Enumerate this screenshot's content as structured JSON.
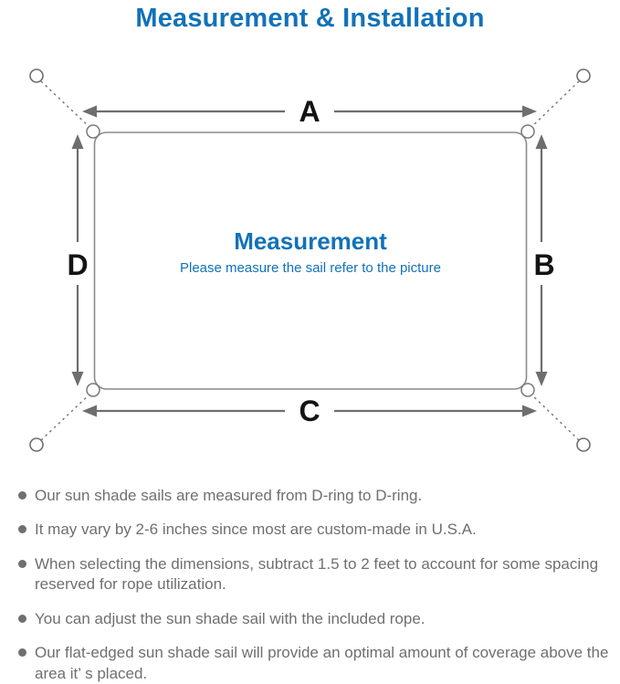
{
  "title": "Measurement & Installation",
  "diagram": {
    "labels": {
      "top": "A",
      "right": "B",
      "bottom": "C",
      "left": "D"
    },
    "center_title": "Measurement",
    "center_subtitle": "Please measure the sail refer to the picture"
  },
  "colors": {
    "accent_blue": "#1272b8",
    "line_gray": "#8a8a8a",
    "arrow_gray": "#6e6e6e",
    "note_text_gray": "#6f6f6f"
  },
  "notes": [
    "Our sun shade sails are measured from D-ring to D-ring.",
    "It may vary by 2-6 inches since most are custom-made in U.S.A.",
    "When selecting the dimensions, subtract 1.5 to 2 feet to account for some spacing reserved for rope utilization.",
    "You can adjust the sun shade sail with the included rope.",
    "Our flat-edged sun shade sail will provide an optimal amount of coverage above the area it’ s placed."
  ]
}
